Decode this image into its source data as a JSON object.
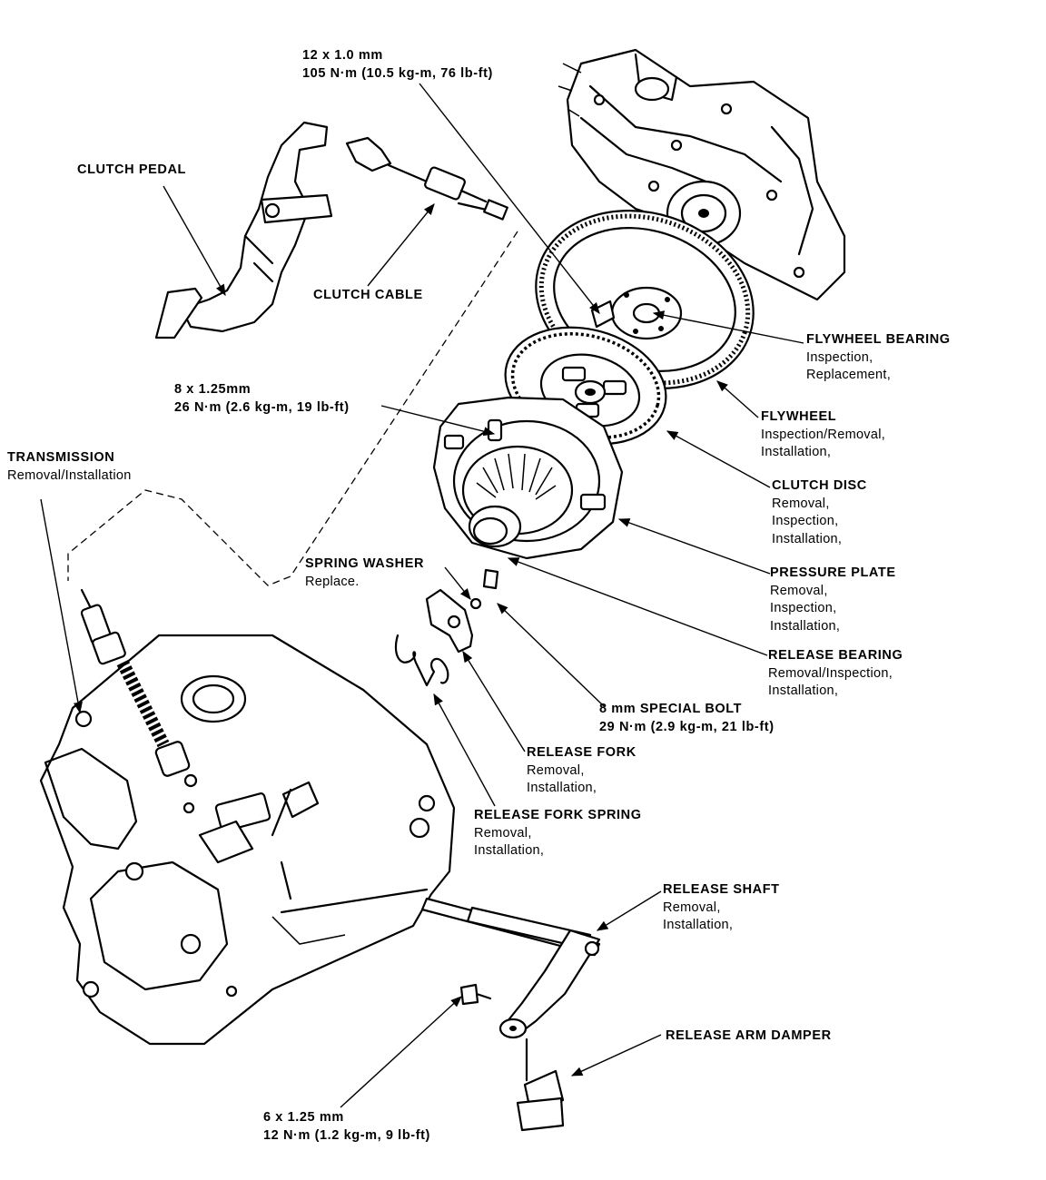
{
  "labels": {
    "bolt_12mm": {
      "title": "12 x 1.0 mm",
      "lines": [
        "105 N·m (10.5 kg-m, 76 lb-ft)"
      ]
    },
    "clutch_pedal": {
      "title": "CLUTCH PEDAL",
      "lines": []
    },
    "clutch_cable": {
      "title": "CLUTCH CABLE",
      "lines": []
    },
    "bolt_8mm": {
      "title": "8 x 1.25mm",
      "lines": [
        "26 N·m (2.6 kg-m, 19 lb-ft)"
      ]
    },
    "transmission": {
      "title": "TRANSMISSION",
      "lines": [
        "Removal/Installation"
      ]
    },
    "flywheel_bearing": {
      "title": "FLYWHEEL BEARING",
      "lines": [
        "Inspection,",
        "Replacement,"
      ]
    },
    "flywheel": {
      "title": "FLYWHEEL",
      "lines": [
        "Inspection/Removal,",
        "Installation,"
      ]
    },
    "clutch_disc": {
      "title": "CLUTCH DISC",
      "lines": [
        "Removal,",
        "Inspection,",
        "Installation,"
      ]
    },
    "spring_washer": {
      "title": "SPRING WASHER",
      "lines": [
        "Replace."
      ]
    },
    "pressure_plate": {
      "title": "PRESSURE PLATE",
      "lines": [
        "Removal,",
        "Inspection,",
        "Installation,"
      ]
    },
    "release_bearing": {
      "title": "RELEASE BEARING",
      "lines": [
        "Removal/Inspection,",
        "Installation,"
      ]
    },
    "special_bolt": {
      "title": "8 mm SPECIAL BOLT",
      "lines": [
        "29 N·m (2.9 kg-m, 21 lb-ft)"
      ]
    },
    "release_fork": {
      "title": "RELEASE FORK",
      "lines": [
        "Removal,",
        "Installation,"
      ]
    },
    "release_fork_spring": {
      "title": "RELEASE FORK SPRING",
      "lines": [
        "Removal,",
        "Installation,"
      ]
    },
    "release_shaft": {
      "title": "RELEASE SHAFT",
      "lines": [
        "Removal,",
        "Installation,"
      ]
    },
    "release_arm_damper": {
      "title": "RELEASE ARM DAMPER",
      "lines": []
    },
    "bolt_6mm": {
      "title": "6 x 1.25 mm",
      "lines": [
        "12 N·m (1.2 kg-m, 9 lb-ft)"
      ]
    }
  }
}
